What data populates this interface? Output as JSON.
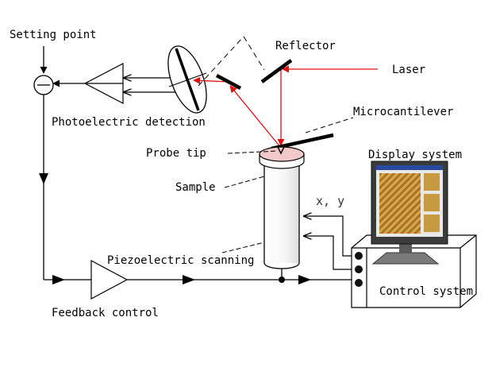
{
  "labels": {
    "setting_point": "Setting point",
    "reflector": "Reflector",
    "laser": "Laser",
    "microcantilever": "Microcantilever",
    "photoelectric_detection": "Photoelectric detection",
    "probe_tip": "Probe tip",
    "display_system": "Display system",
    "sample": "Sample",
    "xy": "x, y",
    "piezoelectric_scanning": "Piezoelectric scanning",
    "control_system": "Control system",
    "feedback_control": "Feedback control"
  },
  "colors": {
    "laser_beam": "#e01010",
    "line": "#000000",
    "sample_top": "#f2c8c8",
    "screen_image": "#c89a40"
  }
}
